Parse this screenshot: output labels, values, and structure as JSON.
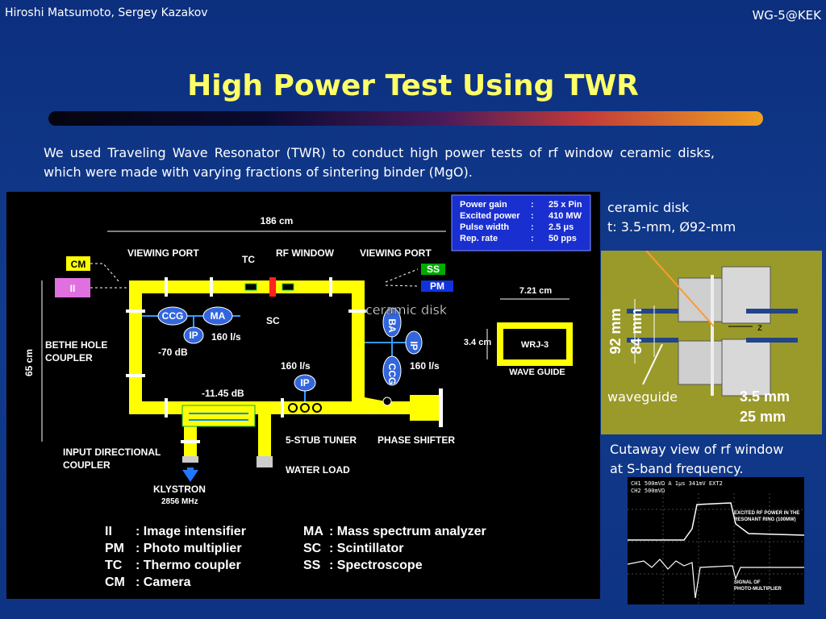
{
  "header": {
    "authors": "Hiroshi Matsumoto, Sergey Kazakov",
    "venue": "WG-5@KEK"
  },
  "title": "High Power Test Using TWR",
  "intro": "We used Traveling Wave Resonator (TWR) to conduct high power tests of rf window ceramic disks, which were made with varying fractions of sintering binder (MgO).",
  "diagram": {
    "length": "186 cm",
    "height": "65 cm",
    "params": [
      {
        "name": "Power gain",
        "value": "25 x Pin"
      },
      {
        "name": "Excited power",
        "value": "410 MW"
      },
      {
        "name": "Pulse width",
        "value": "2.5 μs"
      },
      {
        "name": "Rep. rate",
        "value": "50 pps"
      }
    ],
    "labels": {
      "viewing_port_left": "VIEWING PORT",
      "tc": "TC",
      "rf_window": "RF WINDOW",
      "viewing_port_right": "VIEWING PORT",
      "cm": "CM",
      "ii": "II",
      "ss": "SS",
      "pm": "PM",
      "ccg_left": "CCG",
      "ma": "MA",
      "ip_left": "IP",
      "pump_160_left": "160 l/s",
      "sc": "SC",
      "ceramic_disk": "ceramic disk",
      "ba": "BA",
      "ip_right": "IP",
      "ccg_right": "CCG",
      "pump_160_right": "160 l/s",
      "pump_160_mid": "160 l/s",
      "ip_mid": "IP",
      "bethe": "BETHE HOLE",
      "coupler": "COUPLER",
      "minus70": "-70 dB",
      "minus1145": "-11.45 dB",
      "five_stub": "5-STUB TUNER",
      "phase_shifter": "PHASE SHIFTER",
      "input_dc": "INPUT DIRECTIONAL",
      "input_dc2": "COUPLER",
      "water_load": "WATER LOAD",
      "klystron": "KLYSTRON",
      "klystron_freq": "2856 MHz",
      "wg_width": "7.21 cm",
      "wg_height": "3.4 cm",
      "wrj": "WRJ-3",
      "wave_guide": "WAVE GUIDE"
    },
    "legend": [
      {
        "abbr": "II",
        "text": ":  Image intensifier"
      },
      {
        "abbr": "PM",
        "text": ":  Photo multiplier"
      },
      {
        "abbr": "TC",
        "text": ":  Thermo coupler"
      },
      {
        "abbr": "CM",
        "text": ":  Camera"
      },
      {
        "abbr": "MA",
        "text": ": Mass spectrum analyzer"
      },
      {
        "abbr": "SC",
        "text": ": Scintillator"
      },
      {
        "abbr": "SS",
        "text": ": Spectroscope"
      }
    ]
  },
  "ceramic": {
    "line1": "ceramic disk",
    "line2": "t: 3.5-mm, Ø92-mm"
  },
  "photo": {
    "d92": "92 mm",
    "d84": "84 mm",
    "z": "z",
    "waveguide": "waveguide",
    "t35": "3.5 mm",
    "t25": "25 mm"
  },
  "caption": {
    "line1": "Cutaway view of rf window",
    "line2": "at S-band frequency."
  },
  "scope": {
    "row1": "CH1   500mVΩ           A   1μs   341mV  EXT2",
    "row2": "CH2   500mVΩ",
    "excited": "EXCITED RF POWER IN THE",
    "excited2": "RESONANT RING (100MW)",
    "signal": "SIGNAL OF",
    "signal2": "PHOTO-MULTIPLIER"
  }
}
